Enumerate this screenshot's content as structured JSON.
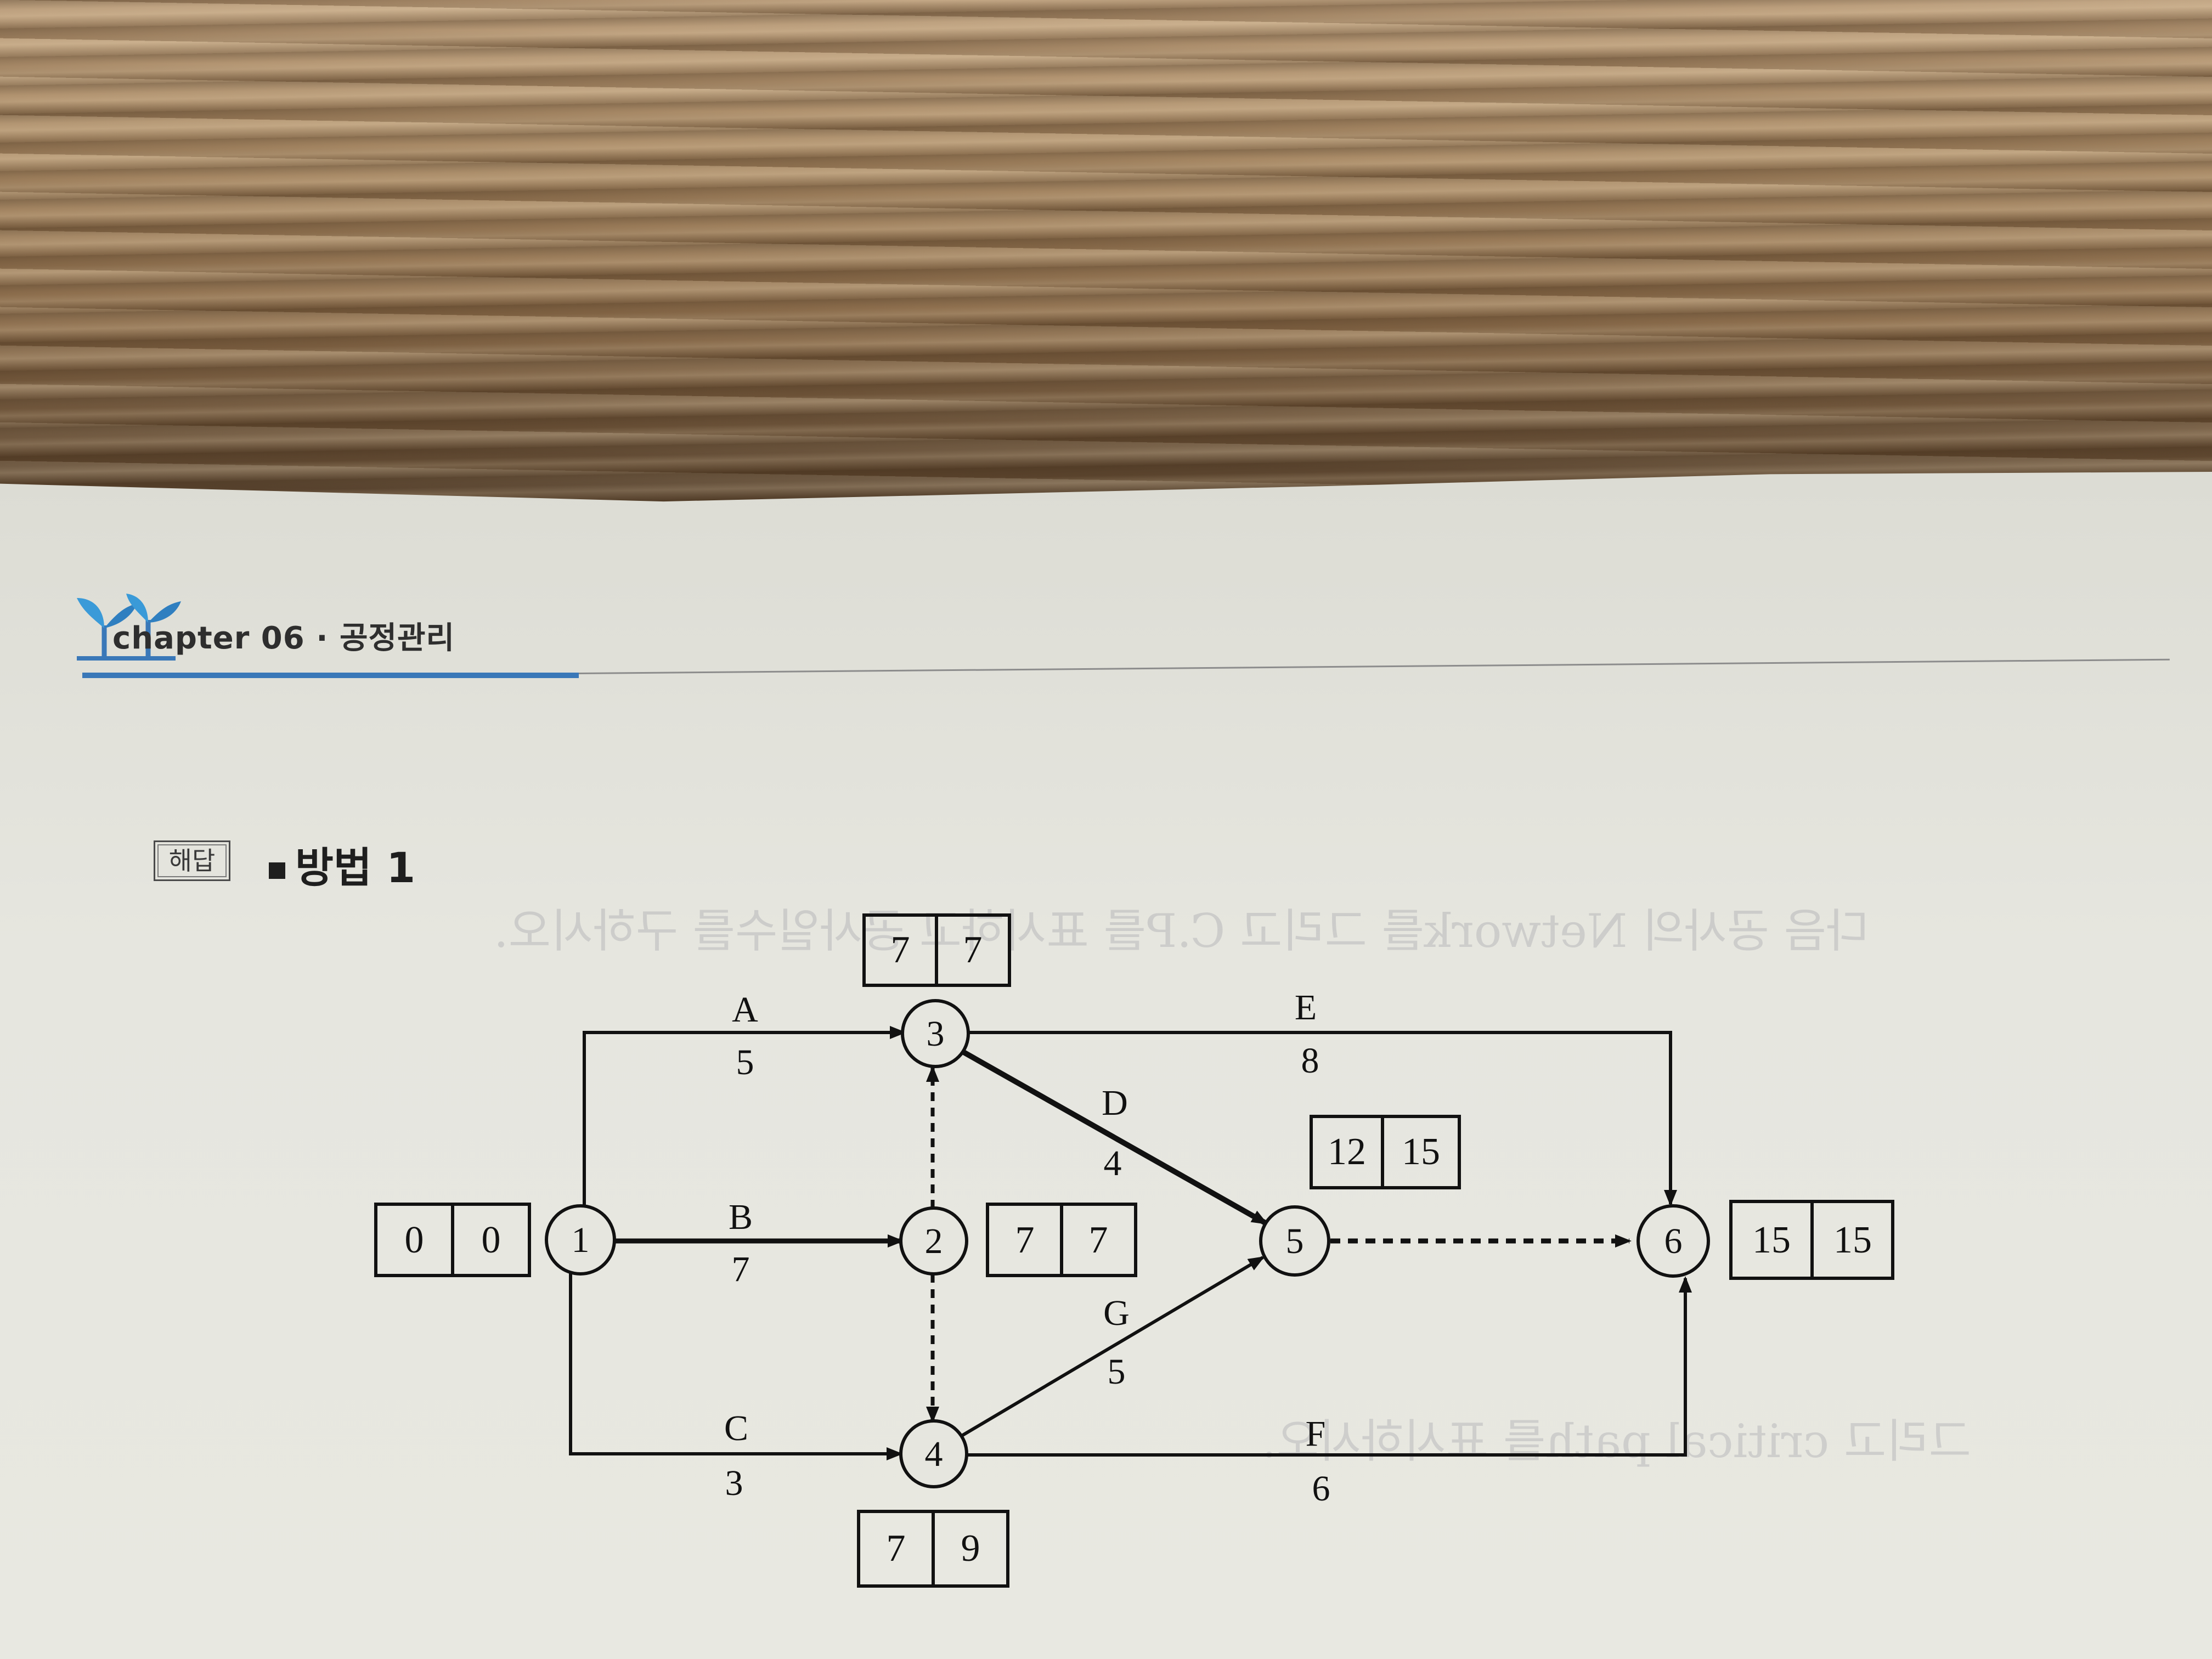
{
  "header": {
    "chapter": "chapter 06 · 공정관리"
  },
  "answer": {
    "tag": "해답",
    "method": "방법 1"
  },
  "network": {
    "nodes": [
      {
        "id": "1",
        "label": "1",
        "et": "0",
        "lt": "0"
      },
      {
        "id": "2",
        "label": "2",
        "et": "7",
        "lt": "7"
      },
      {
        "id": "3",
        "label": "3",
        "et": "7",
        "lt": "7"
      },
      {
        "id": "4",
        "label": "4",
        "et": "7",
        "lt": "9"
      },
      {
        "id": "5",
        "label": "5",
        "et": "12",
        "lt": "15"
      },
      {
        "id": "6",
        "label": "6",
        "et": "15",
        "lt": "15"
      }
    ],
    "activities": [
      {
        "name": "A",
        "duration": "5",
        "from": "1",
        "to": "3"
      },
      {
        "name": "B",
        "duration": "7",
        "from": "1",
        "to": "2"
      },
      {
        "name": "C",
        "duration": "3",
        "from": "1",
        "to": "4"
      },
      {
        "name": "D",
        "duration": "4",
        "from": "3",
        "to": "5"
      },
      {
        "name": "E",
        "duration": "8",
        "from": "3",
        "to": "6"
      },
      {
        "name": "F",
        "duration": "6",
        "from": "4",
        "to": "6"
      },
      {
        "name": "G",
        "duration": "5",
        "from": "4",
        "to": "5"
      }
    ],
    "dummies": [
      {
        "from": "2",
        "to": "3"
      },
      {
        "from": "2",
        "to": "4"
      },
      {
        "from": "5",
        "to": "6"
      }
    ]
  },
  "bleed_through": {
    "line1": "다음 공사의 Network를 그리고 C.P를 표시하고 공사일수를 구하시오.",
    "line2": "그리고 critical path를 표시하시오."
  }
}
